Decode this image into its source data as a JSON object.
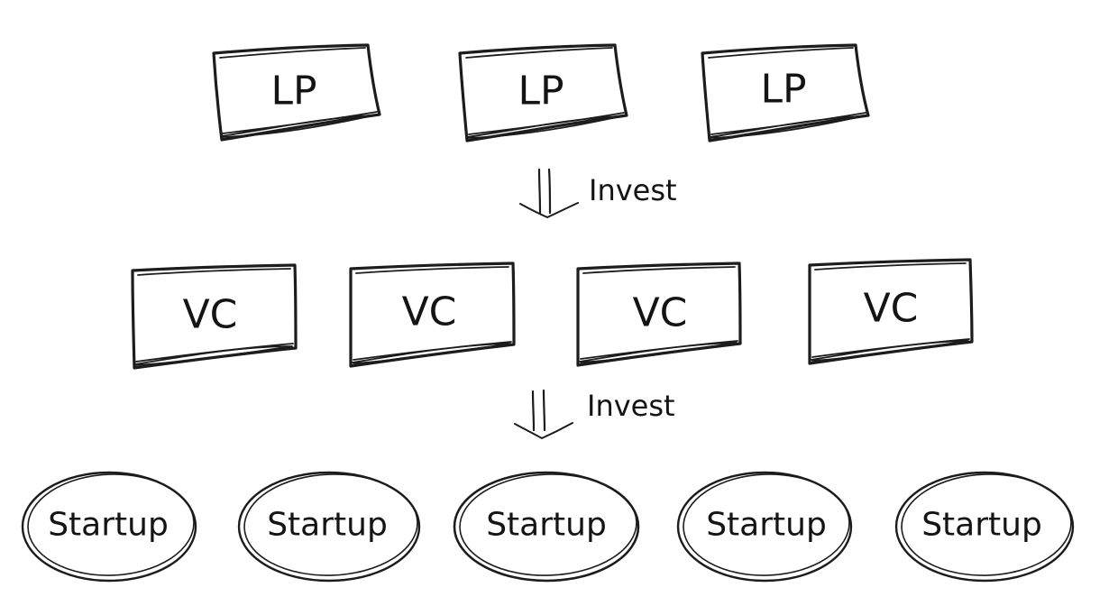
{
  "diagram": {
    "tiers": [
      {
        "id": "lp",
        "shape": "rectangle",
        "nodes": [
          "LP",
          "LP",
          "LP"
        ]
      },
      {
        "id": "vc",
        "shape": "rectangle",
        "nodes": [
          "VC",
          "VC",
          "VC",
          "VC"
        ]
      },
      {
        "id": "startup",
        "shape": "ellipse",
        "nodes": [
          "Startup",
          "Startup",
          "Startup",
          "Startup",
          "Startup"
        ]
      }
    ],
    "edges": [
      {
        "from": "lp",
        "to": "vc",
        "label": "Invest",
        "arrow": "double-shaft-down"
      },
      {
        "from": "vc",
        "to": "startup",
        "label": "Invest",
        "arrow": "double-shaft-down"
      }
    ],
    "colors": {
      "stroke": "#1c1c1c",
      "text": "#141414",
      "background": "#ffffff"
    }
  }
}
